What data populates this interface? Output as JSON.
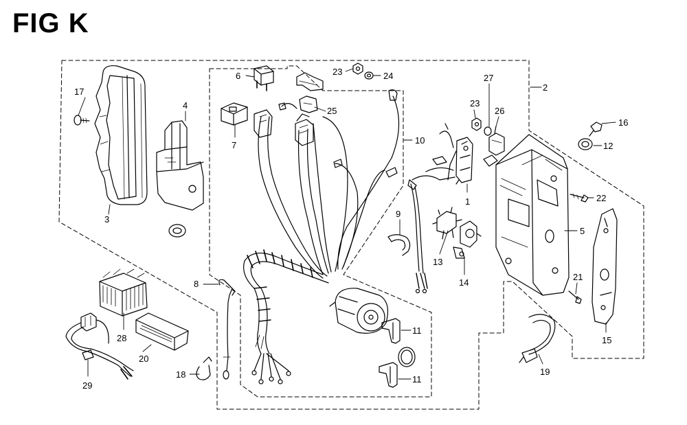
{
  "title": "FIG K",
  "colors": {
    "line": "#000000",
    "background": "#ffffff"
  },
  "callouts": {
    "c1": "1",
    "c2": "2",
    "c3": "3",
    "c4": "4",
    "c5": "5",
    "c6": "6",
    "c7": "7",
    "c8": "8",
    "c9": "9",
    "c10": "10",
    "c11a": "11",
    "c11b": "11",
    "c12": "12",
    "c13": "13",
    "c14": "14",
    "c15": "15",
    "c16": "16",
    "c17": "17",
    "c18": "18",
    "c19": "19",
    "c20": "20",
    "c21": "21",
    "c22": "22",
    "c23a": "23",
    "c23b": "23",
    "c24": "24",
    "c25": "25",
    "c26": "26",
    "c27": "27",
    "c28": "28",
    "c29": "29"
  }
}
